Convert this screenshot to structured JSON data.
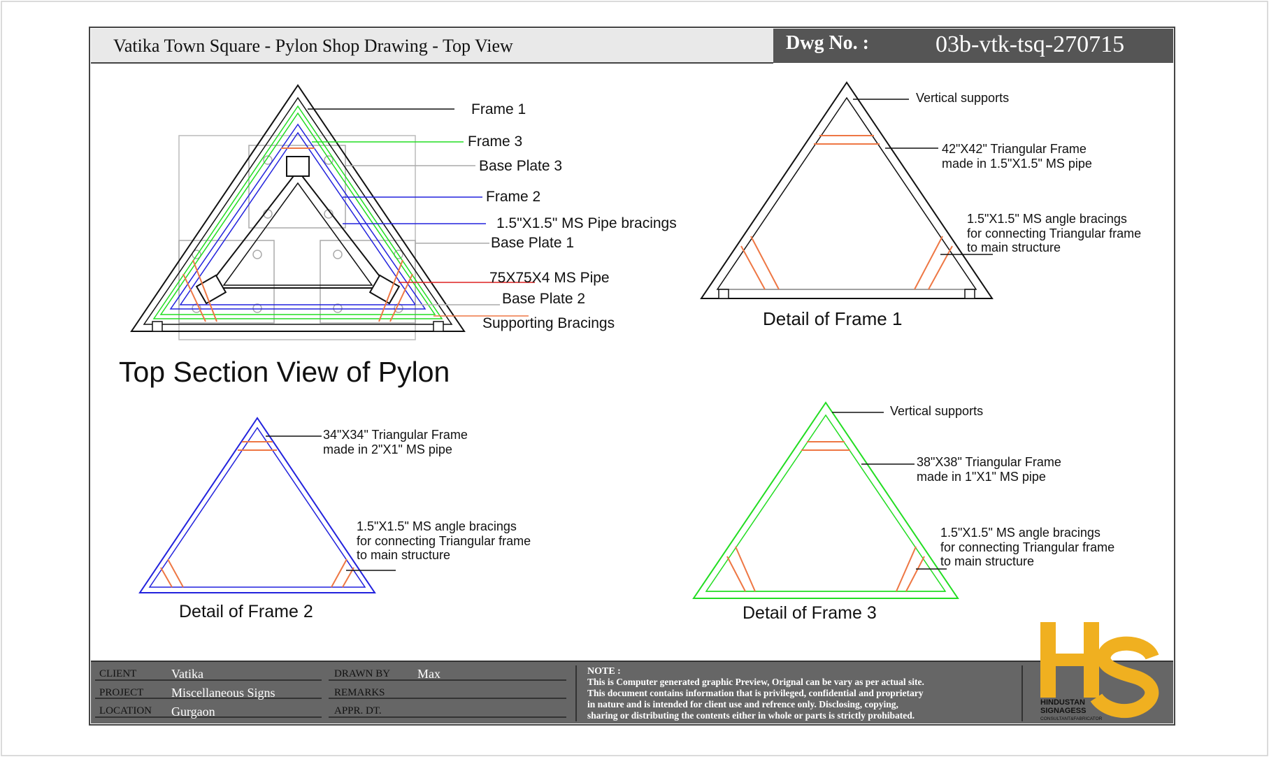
{
  "header": {
    "title": "Vatika Town Square - Pylon Shop Drawing - Top View",
    "dwg_label": "Dwg No. :",
    "dwg_number": "03b-vtk-tsq-270715"
  },
  "top_section": {
    "title": "Top Section View of Pylon",
    "labels": {
      "frame1": "Frame 1",
      "frame3": "Frame 3",
      "base_plate3": "Base Plate 3",
      "frame2": "Frame 2",
      "pipe_bracings": "1.5\"X1.5\" MS Pipe bracings",
      "base_plate1": "Base Plate 1",
      "ms_pipe": "75X75X4 MS Pipe",
      "base_plate2": "Base Plate 2",
      "supporting_bracings": "Supporting Bracings"
    }
  },
  "detail1": {
    "title": "Detail of Frame 1",
    "vertical_supports": "Vertical supports",
    "frame_line1": "42\"X42\" Triangular Frame",
    "frame_line2": "made in 1.5\"X1.5\" MS pipe",
    "angle_line1": "1.5\"X1.5\" MS angle bracings",
    "angle_line2": "for connecting Triangular frame",
    "angle_line3": "to main structure"
  },
  "detail2": {
    "title": "Detail of Frame 2",
    "frame_line1": "34\"X34\" Triangular Frame",
    "frame_line2": "made in 2\"X1\" MS pipe",
    "angle_line1": "1.5\"X1.5\" MS angle bracings",
    "angle_line2": "for connecting Triangular frame",
    "angle_line3": "to main structure"
  },
  "detail3": {
    "title": "Detail of Frame 3",
    "vertical_supports": "Vertical supports",
    "frame_line1": "38\"X38\" Triangular Frame",
    "frame_line2": "made in 1\"X1\" MS pipe",
    "angle_line1": "1.5\"X1.5\" MS angle bracings",
    "angle_line2": "for connecting Triangular frame",
    "angle_line3": "to main structure"
  },
  "footer": {
    "client_label": "CLIENT",
    "client_value": "Vatika",
    "project_label": "PROJECT",
    "project_value": "Miscellaneous Signs",
    "location_label": "LOCATION",
    "location_value": "Gurgaon",
    "drawn_by_label": "DRAWN BY",
    "drawn_by_value": "Max",
    "remarks_label": "REMARKS",
    "appr_label": "APPR. DT.",
    "note_label": "NOTE :",
    "note_line1": "This is Computer generated graphic Preview, Orignal can be vary as per actual site.",
    "note_line2": "This document contains information that is privileged, confidential and proprietary",
    "note_line3": "in nature and is intended for client use and refrence only. Disclosing, copying,",
    "note_line4": "sharing or distributing the contents either in whole or parts is strictly prohibated.",
    "logo_letters": "HS",
    "logo_line1": "HINDUSTAN",
    "logo_line2": "SIGNAGESS",
    "logo_line3": "CONSULTANT&FABRICATOR"
  },
  "colors": {
    "frame1": "#111111",
    "frame2": "#2222dd",
    "frame3": "#22dd22",
    "pipe": "#dd2222",
    "bracing": "#ee7744",
    "plate": "#aaaaaa",
    "footer_bg": "#666666",
    "header_bg": "#e9e9e9",
    "dwg_bg": "#555555",
    "logo": "#f0b020"
  }
}
